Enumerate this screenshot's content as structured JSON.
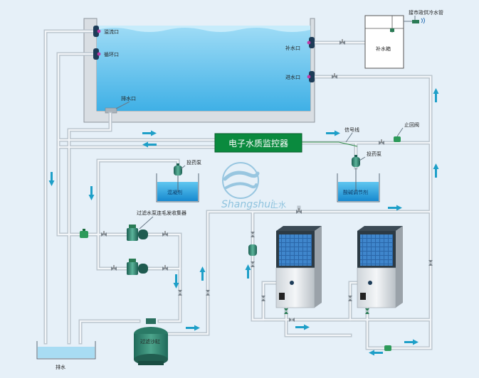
{
  "labels": {
    "overflow_port": "溢流口",
    "circulation_port": "循环口",
    "drain_port": "排水口",
    "makeup_port": "补水口",
    "inlet_port": "进水口",
    "makeup_tank": "补水箱",
    "city_water": "接市政供冷水管",
    "controller": "电子水质监控器",
    "signal_line": "信号线",
    "check_valve": "止回阀",
    "dosing_pump_left": "投药泵",
    "dosing_pump_right": "投药泵",
    "coagulant": "混凝剂",
    "ph_regulator": "酸碱调节剂",
    "brand": "Shangshui",
    "brand_cn": "上水",
    "pump_collector": "过滤水泵连毛发收集器",
    "sand_filter": "过滤沙缸",
    "drain": "排水"
  },
  "colors": {
    "background": "#e6f0f8",
    "pipe": "#b9c3cc",
    "water": "#5fc1ec",
    "controller": "#0a8a3e",
    "arrow": "#1e9fc8",
    "pump": "#2f7f6a"
  },
  "icons": [
    "logo-icon",
    "pump-icon",
    "valve-icon",
    "heat-pump-unit-icon",
    "sand-filter-icon",
    "faucet-icon"
  ]
}
